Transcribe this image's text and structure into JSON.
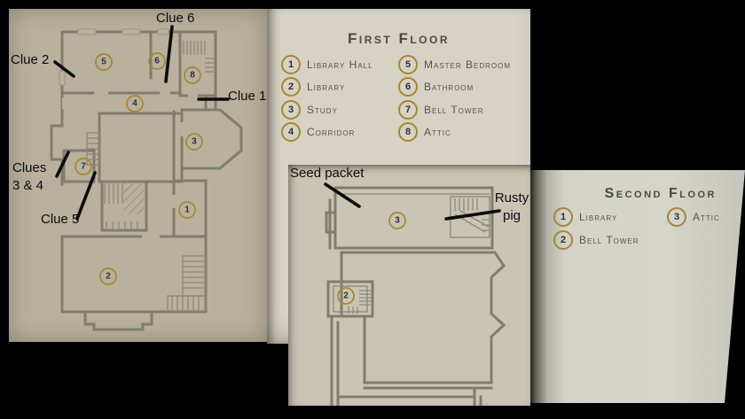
{
  "first_floor_page": {
    "title": "First Floor",
    "items": [
      {
        "num": "1",
        "label": "Library Hall"
      },
      {
        "num": "2",
        "label": "Library"
      },
      {
        "num": "3",
        "label": "Study"
      },
      {
        "num": "4",
        "label": "Corridor"
      },
      {
        "num": "5",
        "label": "Master Bedroom"
      },
      {
        "num": "6",
        "label": "Bathroom"
      },
      {
        "num": "7",
        "label": "Bell Tower"
      },
      {
        "num": "8",
        "label": "Attic"
      }
    ]
  },
  "second_floor_page": {
    "title": "Second Floor",
    "items": [
      {
        "num": "1",
        "label": "Library"
      },
      {
        "num": "2",
        "label": "Bell Tower"
      },
      {
        "num": "3",
        "label": "Attic"
      }
    ]
  },
  "first_floor_map": {
    "room_markers": [
      "5",
      "6",
      "8",
      "4",
      "3",
      "7",
      "1",
      "2"
    ],
    "annotations": {
      "clue1": "Clue 1",
      "clue2": "Clue 2",
      "clue5": "Clue 5",
      "clue6": "Clue 6",
      "clues34": "Clues\n3 & 4"
    }
  },
  "second_floor_map": {
    "room_markers": [
      "3",
      "2"
    ],
    "annotations": {
      "seed_packet": "Seed packet",
      "rusty_pig": "Rusty\npig"
    }
  },
  "colors": {
    "background": "#000000",
    "map_paper": "#b9b19e",
    "legend_paper": "#d6d2c4",
    "page_paper": "#d6d5cb",
    "wall_line": "#827c6c",
    "marker_gold": "#a3882e",
    "ink": "#4c483e",
    "annotation_ink": "#0b0b0b"
  }
}
